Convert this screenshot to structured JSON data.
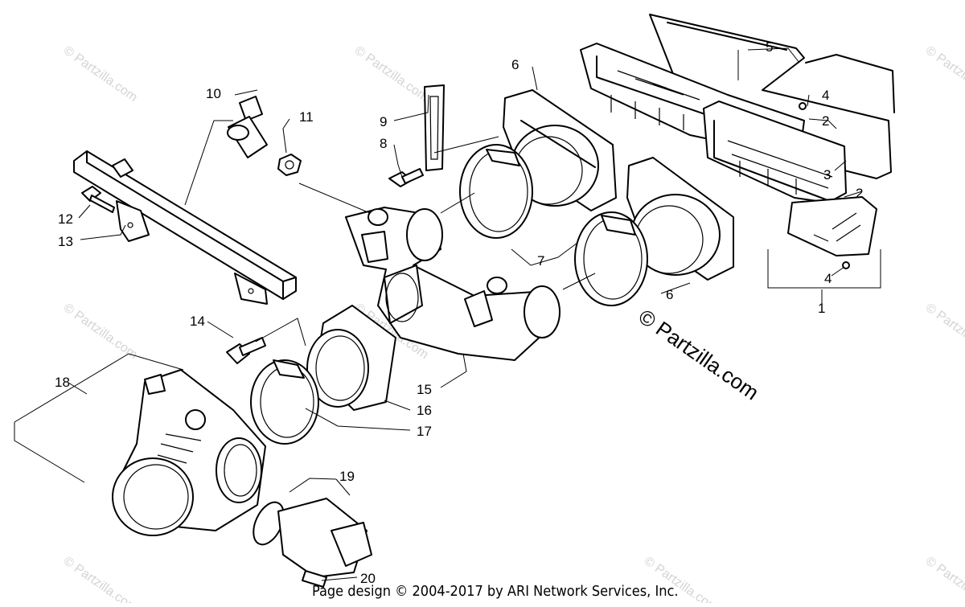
{
  "diagram": {
    "callouts": [
      "1",
      "2",
      "3",
      "4",
      "5",
      "6",
      "7",
      "8",
      "9",
      "10",
      "11",
      "12",
      "13",
      "14",
      "15",
      "16",
      "17",
      "18",
      "19",
      "20"
    ],
    "watermark": "© Partzilla.com",
    "main_watermark": "© Partzilla.com",
    "footer": "Page design © 2004-2017 by ARI Network Services, Inc."
  }
}
